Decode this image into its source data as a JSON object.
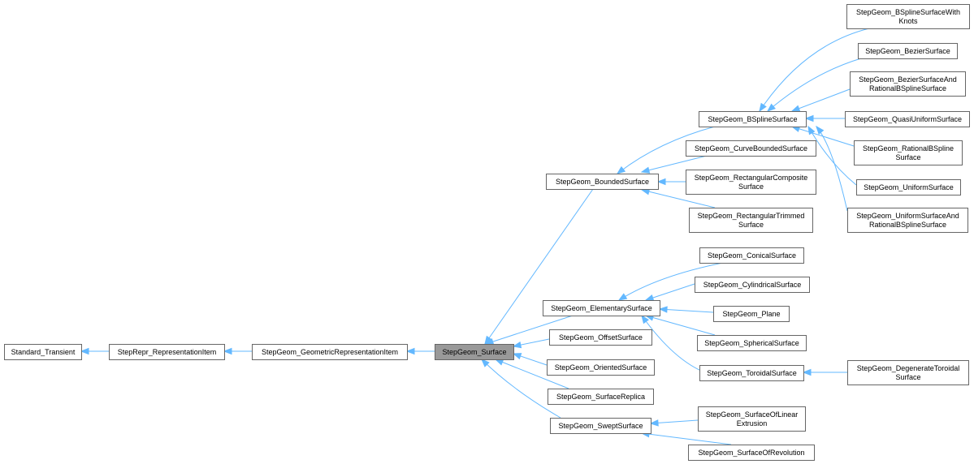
{
  "diagram": {
    "nodes": {
      "standard_transient": [
        "Standard_Transient"
      ],
      "repr_item": [
        "StepRepr_RepresentationItem"
      ],
      "geom_repr_item": [
        "StepGeom_GeometricRepresentationItem"
      ],
      "surface": [
        "StepGeom_Surface"
      ],
      "bounded_surface": [
        "StepGeom_BoundedSurface"
      ],
      "elementary_surface": [
        "StepGeom_ElementarySurface"
      ],
      "offset_surface": [
        "StepGeom_OffsetSurface"
      ],
      "oriented_surface": [
        "StepGeom_OrientedSurface"
      ],
      "surface_replica": [
        "StepGeom_SurfaceReplica"
      ],
      "swept_surface": [
        "StepGeom_SweptSurface"
      ],
      "bspline_surface": [
        "StepGeom_BSplineSurface"
      ],
      "curve_bounded_surface": [
        "StepGeom_CurveBoundedSurface"
      ],
      "rect_composite_surface": [
        "StepGeom_RectangularComposite",
        "Surface"
      ],
      "rect_trimmed_surface": [
        "StepGeom_RectangularTrimmed",
        "Surface"
      ],
      "bspline_with_knots": [
        "StepGeom_BSplineSurfaceWith",
        "Knots"
      ],
      "bezier_surface": [
        "StepGeom_BezierSurface"
      ],
      "bezier_rational": [
        "StepGeom_BezierSurfaceAnd",
        "RationalBSplineSurface"
      ],
      "quasi_uniform": [
        "StepGeom_QuasiUniformSurface"
      ],
      "rational_bspline": [
        "StepGeom_RationalBSpline",
        "Surface"
      ],
      "uniform_surface": [
        "StepGeom_UniformSurface"
      ],
      "uniform_rational": [
        "StepGeom_UniformSurfaceAnd",
        "RationalBSplineSurface"
      ],
      "conical_surface": [
        "StepGeom_ConicalSurface"
      ],
      "cylindrical_surface": [
        "StepGeom_CylindricalSurface"
      ],
      "plane": [
        "StepGeom_Plane"
      ],
      "spherical_surface": [
        "StepGeom_SphericalSurface"
      ],
      "toroidal_surface": [
        "StepGeom_ToroidalSurface"
      ],
      "degenerate_toroidal": [
        "StepGeom_DegenerateToroidal",
        "Surface"
      ],
      "surface_linear_extrusion": [
        "StepGeom_SurfaceOfLinear",
        "Extrusion"
      ],
      "surface_revolution": [
        "StepGeom_SurfaceOfRevolution"
      ]
    },
    "current_node": "surface",
    "edges": [
      {
        "from": "repr_item",
        "to": "standard_transient"
      },
      {
        "from": "geom_repr_item",
        "to": "repr_item"
      },
      {
        "from": "surface",
        "to": "geom_repr_item"
      },
      {
        "from": "bounded_surface",
        "to": "surface"
      },
      {
        "from": "elementary_surface",
        "to": "surface"
      },
      {
        "from": "offset_surface",
        "to": "surface"
      },
      {
        "from": "oriented_surface",
        "to": "surface"
      },
      {
        "from": "surface_replica",
        "to": "surface"
      },
      {
        "from": "swept_surface",
        "to": "surface"
      },
      {
        "from": "bspline_surface",
        "to": "bounded_surface"
      },
      {
        "from": "curve_bounded_surface",
        "to": "bounded_surface"
      },
      {
        "from": "rect_composite_surface",
        "to": "bounded_surface"
      },
      {
        "from": "rect_trimmed_surface",
        "to": "bounded_surface"
      },
      {
        "from": "bspline_with_knots",
        "to": "bspline_surface"
      },
      {
        "from": "bezier_surface",
        "to": "bspline_surface"
      },
      {
        "from": "bezier_rational",
        "to": "bspline_surface"
      },
      {
        "from": "quasi_uniform",
        "to": "bspline_surface"
      },
      {
        "from": "rational_bspline",
        "to": "bspline_surface"
      },
      {
        "from": "uniform_surface",
        "to": "bspline_surface"
      },
      {
        "from": "uniform_rational",
        "to": "bspline_surface"
      },
      {
        "from": "conical_surface",
        "to": "elementary_surface"
      },
      {
        "from": "cylindrical_surface",
        "to": "elementary_surface"
      },
      {
        "from": "plane",
        "to": "elementary_surface"
      },
      {
        "from": "spherical_surface",
        "to": "elementary_surface"
      },
      {
        "from": "toroidal_surface",
        "to": "elementary_surface"
      },
      {
        "from": "degenerate_toroidal",
        "to": "toroidal_surface"
      },
      {
        "from": "surface_linear_extrusion",
        "to": "swept_surface"
      },
      {
        "from": "surface_revolution",
        "to": "swept_surface"
      }
    ],
    "colors": {
      "edge": "#63b8ff",
      "node_border": "#666666",
      "node_fill": "#ffffff",
      "current_fill": "#999999"
    }
  }
}
